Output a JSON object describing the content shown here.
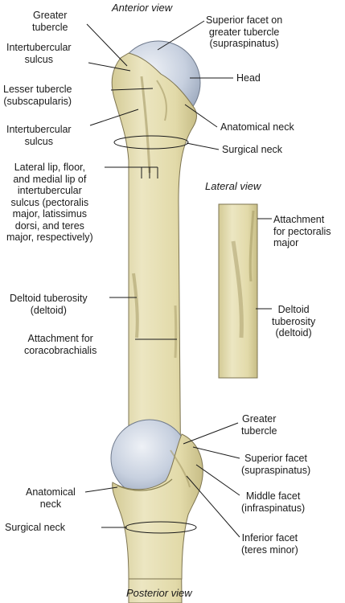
{
  "views": {
    "anterior": "Anterior view",
    "lateral": "Lateral view",
    "posterior": "Posterior view"
  },
  "labels": {
    "greater_tubercle": "Greater\ntubercle",
    "intertubercular_sulcus_upper": "Intertubercular\nsulcus",
    "lesser_tubercle": "Lesser tubercle\n(subscapularis)",
    "intertubercular_sulcus_lower": "Intertubercular\nsulcus",
    "lips_floor": "Lateral lip, floor,\nand medial lip of\nintertubercular\nsulcus (pectoralis\nmajor, latissimus\ndorsi, and teres\nmajor, respectively)",
    "deltoid_tuberosity_anterior": "Deltoid tuberosity\n(deltoid)",
    "coracobrachialis": "Attachment for\ncoracobrachialis",
    "superior_facet_anterior": "Superior facet on\ngreater tubercle\n(supraspinatus)",
    "head": "Head",
    "anatomical_neck_anterior": "Anatomical neck",
    "surgical_neck_anterior": "Surgical neck",
    "pectoralis_major": "Attachment\nfor pectoralis\nmajor",
    "deltoid_tuberosity_lateral": "Deltoid\ntuberosity\n(deltoid)",
    "greater_tubercle_posterior": "Greater\ntubercle",
    "superior_facet_posterior": "Superior facet\n(supraspinatus)",
    "middle_facet": "Middle facet\n(infraspinatus)",
    "inferior_facet": "Inferior facet\n(teres minor)",
    "anatomical_neck_posterior": "Anatomical\nneck",
    "surgical_neck_posterior": "Surgical neck"
  },
  "colors": {
    "bone": "#e6dfb4",
    "bone_shade": "#c9c08a",
    "cartilage": "#c7d0df",
    "leader": "#1a1a1a"
  }
}
